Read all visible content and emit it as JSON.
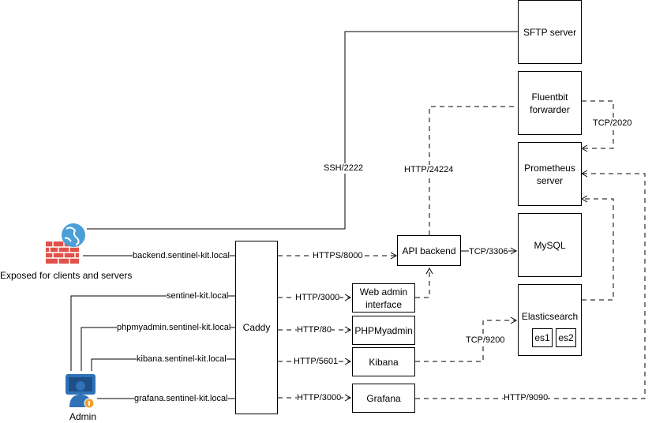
{
  "nodes": {
    "sftp": "SFTP server",
    "fluentbit": "Fluentbit forwarder",
    "prometheus": "Prometheus server",
    "mysql": "MySQL",
    "elasticsearch": "Elasticsearch",
    "es1": "es1",
    "es2": "es2",
    "api_backend": "API backend",
    "web_admin": "Web admin interface",
    "phpmyadmin": "PHPMyadmin",
    "kibana": "Kibana",
    "grafana": "Grafana",
    "caddy": "Caddy"
  },
  "labels": {
    "exposed": "Exposed for clients and servers",
    "admin": "Admin",
    "ssh": "SSH/2222",
    "http_24224": "HTTP/24224",
    "tcp_2020": "TCP/2020",
    "tcp_3306": "TCP/3306",
    "https_8000": "HTTPS/8000",
    "http_3000_web": "HTTP/3000",
    "http_80": "HTTP/80",
    "http_5601": "HTTP/5601",
    "http_3000_grafana": "HTTP/3000",
    "tcp_9200": "TCP/9200",
    "http_9090": "HTTP/9090",
    "host_backend": "backend.sentinel-kit.local",
    "host_sentinel": "sentinel-kit.local",
    "host_phpmyadmin": "phpmyadmin.sentinel-kit.local",
    "host_kibana": "kibana.sentinel-kit.local",
    "host_grafana": "grafana.sentinel-kit.local"
  },
  "icons": {
    "firewall": "firewall-globe-icon",
    "admin": "admin-user-icon"
  },
  "colors": {
    "brick": "#e0524a",
    "globe": "#4a9fd8",
    "admin_blue": "#2f72b8",
    "badge": "#f0a030"
  }
}
